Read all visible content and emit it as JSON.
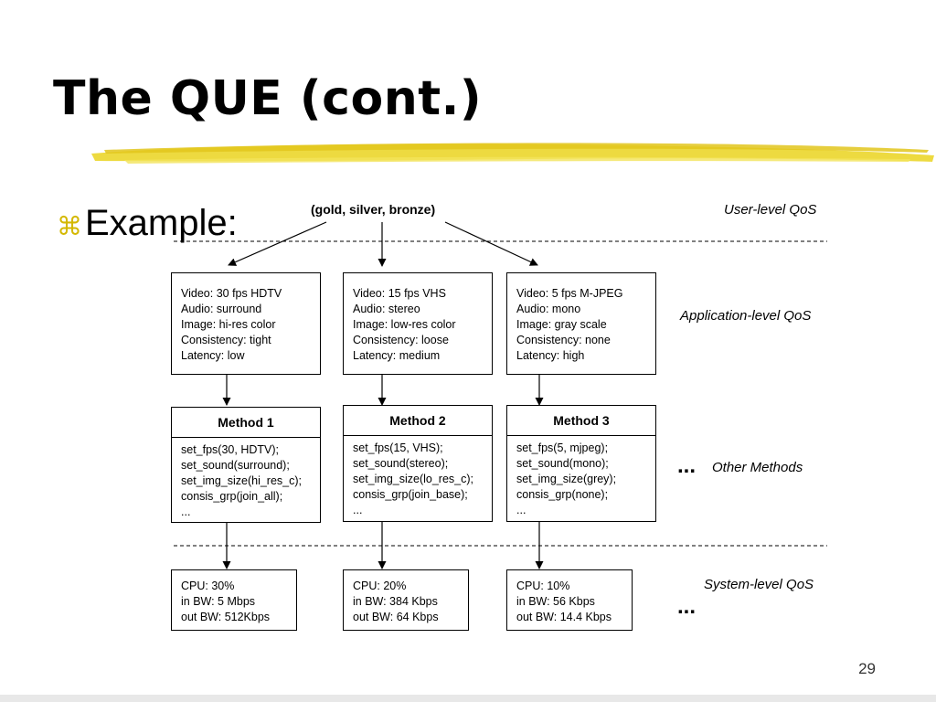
{
  "slide": {
    "title": "The QUE (cont.)",
    "bullet_icon": "command-key-icon",
    "bullet_text": "Example:",
    "page_number": "29",
    "accent_color": "#e8d21a"
  },
  "diagram": {
    "top_label": "(gold, silver, bronze)",
    "levels": {
      "user": "User-level QoS",
      "application": "Application-level QoS",
      "other_methods": "Other Methods",
      "system": "System-level QoS"
    },
    "ellipsis": "...",
    "app_boxes": [
      "Video: 30 fps HDTV\nAudio: surround\nImage: hi-res color\nConsistency: tight\nLatency: low",
      "Video: 15 fps VHS\nAudio: stereo\nImage: low-res color\nConsistency: loose\nLatency: medium",
      "Video: 5 fps M-JPEG\nAudio: mono\nImage: gray scale\nConsistency: none\nLatency: high"
    ],
    "methods": [
      {
        "name": "Method 1",
        "body": "set_fps(30, HDTV);\nset_sound(surround);\nset_img_size(hi_res_c);\nconsis_grp(join_all);\n..."
      },
      {
        "name": "Method 2",
        "body": "set_fps(15, VHS);\nset_sound(stereo);\nset_img_size(lo_res_c);\nconsis_grp(join_base);\n..."
      },
      {
        "name": "Method 3",
        "body": "set_fps(5, mjpeg);\nset_sound(mono);\nset_img_size(grey);\nconsis_grp(none);\n..."
      }
    ],
    "resources": [
      "CPU: 30%\nin BW: 5 Mbps\nout BW: 512Kbps",
      "CPU: 20%\nin BW: 384 Kbps\nout BW: 64 Kbps",
      "CPU: 10%\nin BW: 56 Kbps\nout BW: 14.4 Kbps"
    ]
  }
}
